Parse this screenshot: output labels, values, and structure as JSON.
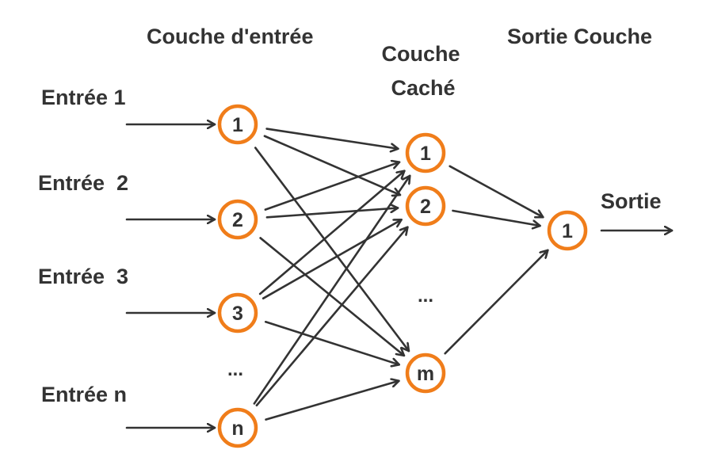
{
  "titles": {
    "input_layer": "Couche d'entrée",
    "hidden_layer_line1": "Couche",
    "hidden_layer_line2": "Caché",
    "output_layer": "Sortie Couche"
  },
  "inputs": [
    {
      "label": "Entrée 1",
      "node": "1"
    },
    {
      "label": "Entrée  2",
      "node": "2"
    },
    {
      "label": "Entrée  3",
      "node": "3"
    },
    {
      "label": "Entrée n",
      "node": "n"
    }
  ],
  "input_ellipsis": "...",
  "hidden_nodes": [
    "1",
    "2",
    "m"
  ],
  "hidden_ellipsis": "...",
  "output_node": "1",
  "output_label": "Sortie",
  "colors": {
    "node_stroke": "#F07D1A",
    "line": "#333333",
    "text": "#333333"
  },
  "connections": {
    "input_to_hidden": [
      [
        "1",
        "1"
      ],
      [
        "1",
        "2"
      ],
      [
        "1",
        "m"
      ],
      [
        "2",
        "1"
      ],
      [
        "2",
        "2"
      ],
      [
        "2",
        "m"
      ],
      [
        "3",
        "1"
      ],
      [
        "3",
        "2"
      ],
      [
        "3",
        "m"
      ],
      [
        "n",
        "1"
      ],
      [
        "n",
        "2"
      ],
      [
        "n",
        "m"
      ]
    ],
    "hidden_to_output": [
      [
        "1",
        "1"
      ],
      [
        "2",
        "1"
      ],
      [
        "m",
        "1"
      ]
    ]
  }
}
